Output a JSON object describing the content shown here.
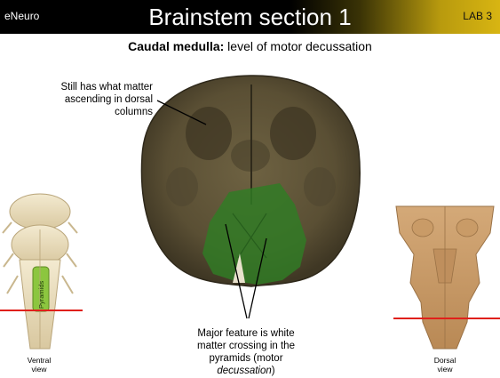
{
  "header": {
    "brand": "eNeuro",
    "title": "Brainstem section 1",
    "lab": "LAB 3"
  },
  "subtitle": {
    "bold": "Caudal medulla:",
    "rest": " level of motor decussation"
  },
  "annotations": {
    "dorsal_note": [
      "Still has what matter",
      "ascending in dorsal",
      "columns"
    ],
    "pyramid_note_lines": [
      "Major feature is white",
      "matter crossing in the",
      "pyramids (motor"
    ],
    "pyramid_note_em": "decussation",
    "pyramid_note_close": ")"
  },
  "left_figure": {
    "structure_label": "Pyramids",
    "caption_line1": "Ventral",
    "caption_line2": "view"
  },
  "right_figure": {
    "caption_line1": "Dorsal",
    "caption_line2": "view"
  },
  "colors": {
    "section_tissue": "#5f5437",
    "highlight_green": "#2f7d25",
    "pyramid_green": "#8cc63f",
    "level_line": "#e0201a"
  }
}
